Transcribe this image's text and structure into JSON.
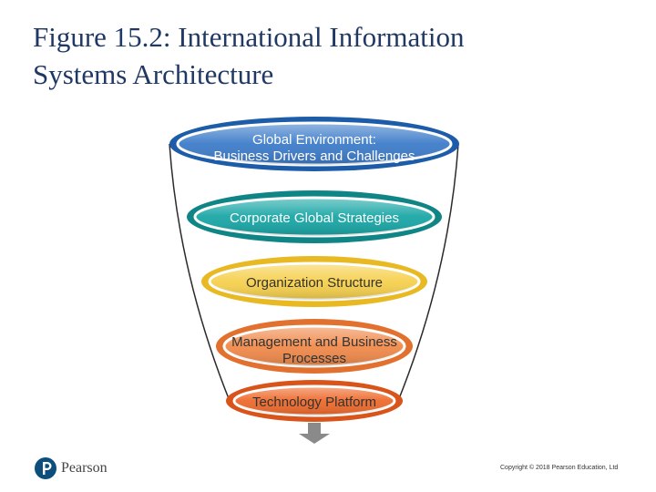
{
  "title": {
    "line1": "Figure 15.2: International Information",
    "line2": "Systems Architecture"
  },
  "layers": [
    {
      "line1": "Global Environment:",
      "line2": "Business Drivers and Challenges",
      "color": "#3d7cc9"
    },
    {
      "line1": "Corporate Global Strategies",
      "line2": "",
      "color": "#1aa6a6"
    },
    {
      "line1": "Organization Structure",
      "line2": "",
      "color": "#f6d04d"
    },
    {
      "line1": "Management and Business",
      "line2": "Processes",
      "color": "#f08a4b"
    },
    {
      "line1": "Technology Platform",
      "line2": "",
      "color": "#ee6a2c"
    }
  ],
  "footer": {
    "brand": "Pearson",
    "copyright": "Copyright © 2018 Pearson Education, Ltd"
  }
}
